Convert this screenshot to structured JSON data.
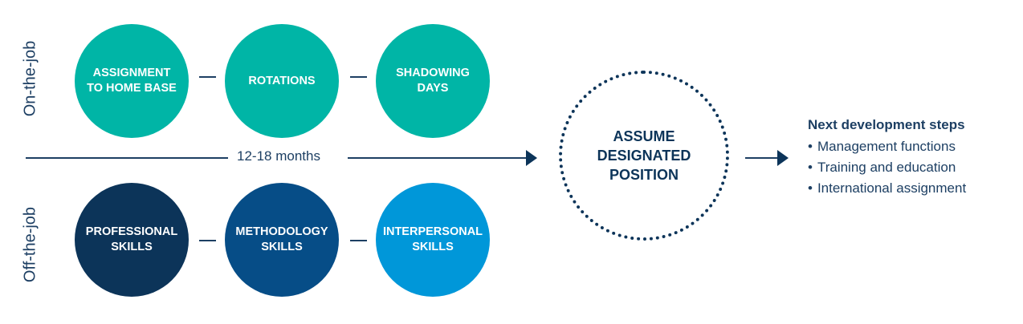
{
  "labels": {
    "on_the_job": "On-the-job",
    "off_the_job": "Off-the-job"
  },
  "on_the_job_steps": [
    "ASSIGNMENT\nTO HOME BASE",
    "ROTATIONS",
    "SHADOWING\nDAYS"
  ],
  "off_the_job_steps": [
    "PROFESSIONAL\nSKILLS",
    "METHODOLOGY\nSKILLS",
    "INTERPERSONAL\nSKILLS"
  ],
  "duration": "12-18 months",
  "goal": "ASSUME\nDESIGNATED\nPOSITION",
  "next_steps": {
    "title": "Next development steps",
    "items": [
      "Management functions",
      "Training and education",
      "International assignment"
    ]
  },
  "colors": {
    "teal": "#00b5a6",
    "navy": "#0c3459",
    "blue": "#064d87",
    "light_blue": "#0097d9",
    "text": "#1d3f63"
  }
}
